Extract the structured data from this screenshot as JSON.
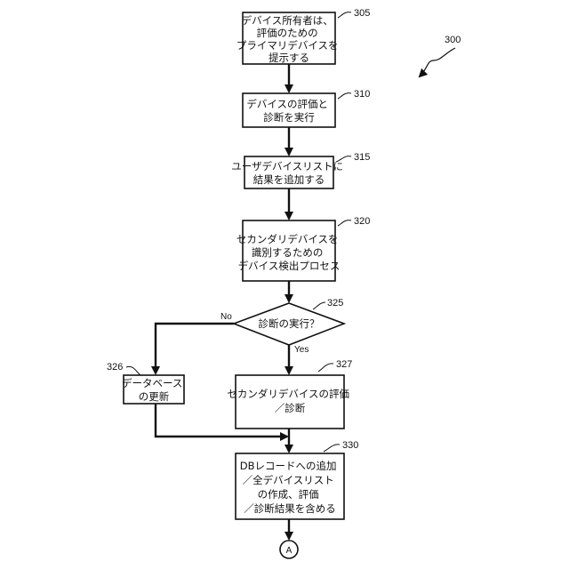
{
  "figure_ref": "300",
  "steps": {
    "s305": {
      "ref": "305",
      "lines": [
        "デバイス所有者は、",
        "評価のための",
        "プライマリデバイスを",
        "提示する"
      ]
    },
    "s310": {
      "ref": "310",
      "lines": [
        "デバイスの評価と",
        "診断を実行"
      ]
    },
    "s315": {
      "ref": "315",
      "lines": [
        "ユーザデバイスリストに",
        "結果を追加する"
      ]
    },
    "s320": {
      "ref": "320",
      "lines": [
        "セカンダリデバイスを",
        "識別するための",
        "デバイス検出プロセス"
      ]
    },
    "d325": {
      "ref": "325",
      "lines": [
        "診断の実行？"
      ]
    },
    "s326": {
      "ref": "326",
      "lines": [
        "データベース",
        "の更新"
      ]
    },
    "s327": {
      "ref": "327",
      "lines": [
        "セカンダリデバイスの評価",
        "／診断"
      ]
    },
    "s330": {
      "ref": "330",
      "lines": [
        "DBレコードへの追加",
        "／全デバイスリスト",
        "の作成、評価",
        "／診断結果を含める"
      ]
    }
  },
  "branch_no": "No",
  "branch_yes": "Yes",
  "connector": "A"
}
